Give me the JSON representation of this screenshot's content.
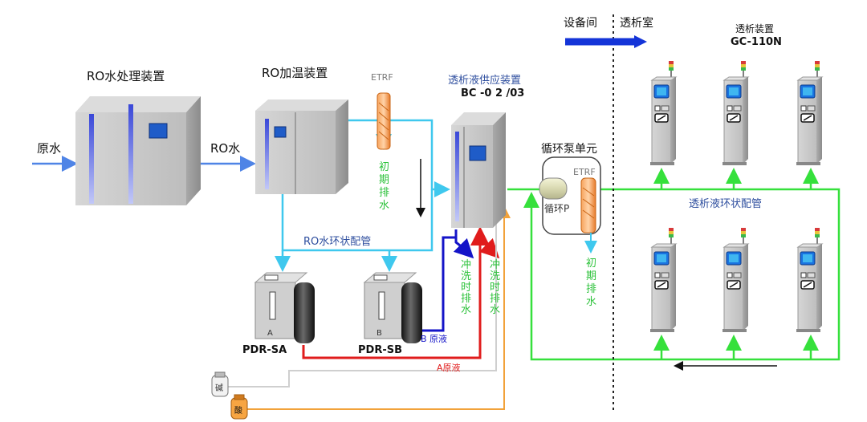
{
  "labels": {
    "ro_unit": "RO水处理装置",
    "raw_water": "原水",
    "ro_water": "RO水",
    "ro_heater": "RO加温装置",
    "etrf_top": "ETRF",
    "initial_drain_1": [
      "初",
      "期",
      "排",
      "水"
    ],
    "ro_loop": "RO水环状配管",
    "supply_title": "透析液供应装置",
    "supply_model": "BC -0 2 /03",
    "flush_drain_b": [
      "冲",
      "洗",
      "时",
      "排",
      "水"
    ],
    "flush_drain_a": [
      "冲",
      "洗",
      "时",
      "排",
      "水"
    ],
    "b_concentrate": "B 原液",
    "a_concentrate": "A原液",
    "pdr_sa": "PDR-SA",
    "pdr_sb": "PDR-SB",
    "pdr_a_letter": "A",
    "pdr_b_letter": "B",
    "alkali": "碱",
    "acid": "酸",
    "pump_unit": "循环泵单元",
    "etrf_pump": "ETRF",
    "pump_p": "循环P",
    "initial_drain_2": [
      "初",
      "期",
      "排",
      "水"
    ],
    "equipment_room": "设备间",
    "dialysis_room": "透析室",
    "dialysis_device": "透析装置",
    "dialysis_model": "GC-110N",
    "dialysate_loop": "透析液环状配管"
  },
  "colors": {
    "ro_line": "#3fc8ee",
    "feed_line": "#4f84e6",
    "dialysate_line": "#36e03c",
    "b_line": "#1414c8",
    "a_line": "#e01c1c",
    "acid_line": "#f2a23a",
    "alkali_line": "#cfcfcf",
    "drain_text": "#2cc23a",
    "arrow_blue": "#1434d8",
    "label_blue": "#2f4f9f"
  }
}
